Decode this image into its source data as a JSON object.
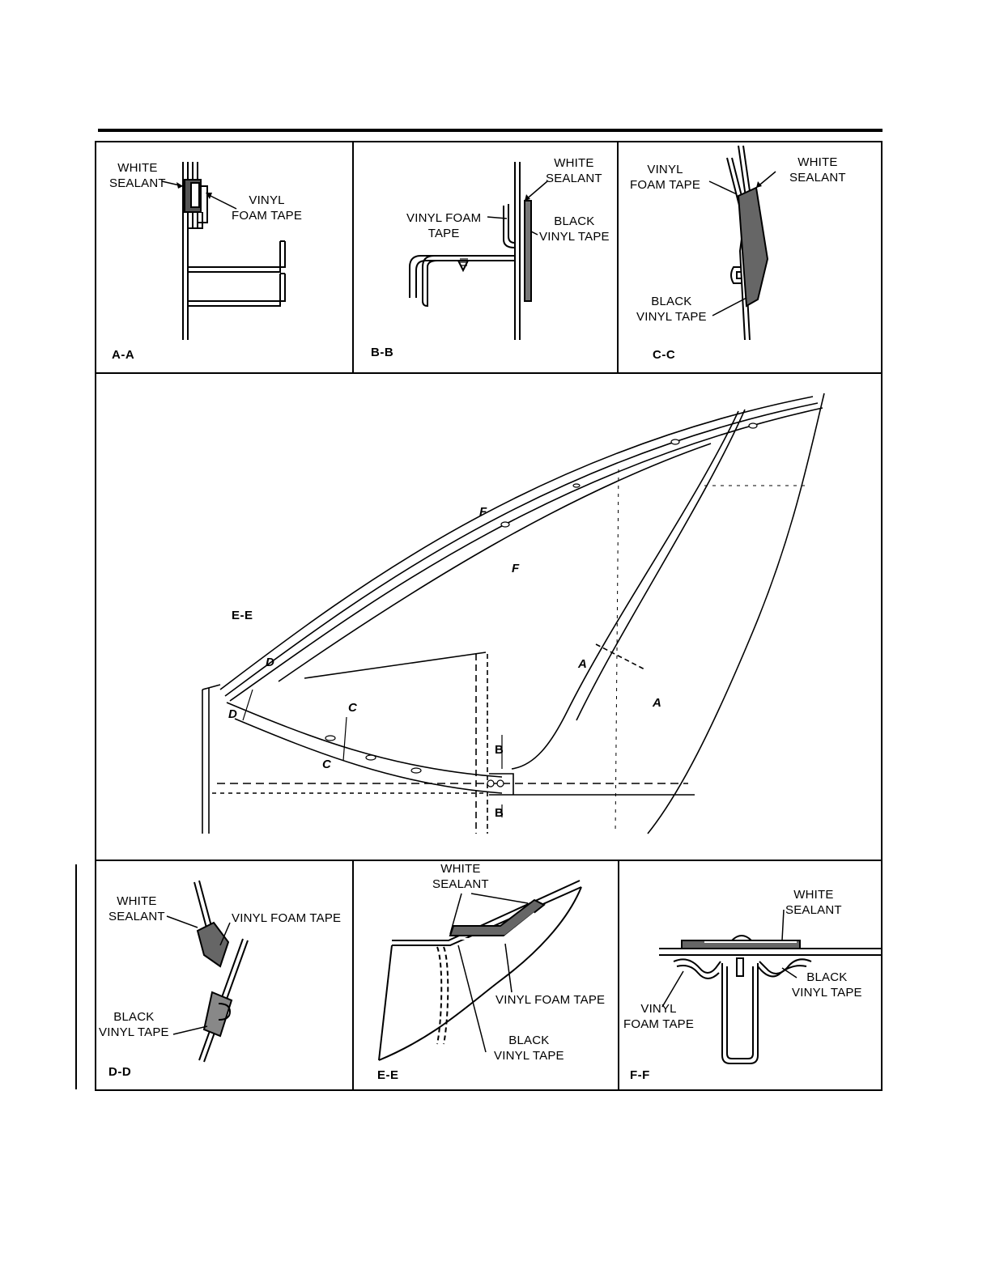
{
  "panels": {
    "aa": {
      "section": "A-A",
      "white_sealant": "WHITE\nSEALANT",
      "vinyl_foam_tape": "VINYL\nFOAM TAPE"
    },
    "bb": {
      "section": "B-B",
      "white_sealant": "WHITE\nSEALANT",
      "vinyl_foam_tape": "VINYL FOAM\nTAPE",
      "black_vinyl_tape": "BLACK\nVINYL TAPE"
    },
    "cc": {
      "section": "C-C",
      "vinyl_foam_tape": "VINYL\nFOAM TAPE",
      "white_sealant": "WHITE\nSEALANT",
      "black_vinyl_tape": "BLACK\nVINYL TAPE"
    },
    "main": {
      "section": "E-E",
      "cut_markers": {
        "f_upper": "F",
        "f_lower": "F",
        "d_upper": "D",
        "d_lower": "D",
        "c_upper": "C",
        "c_lower": "C",
        "a_upper": "A",
        "a_lower": "A",
        "b_upper": "B",
        "b_lower": "B"
      }
    },
    "dd": {
      "section": "D-D",
      "white_sealant": "WHITE\nSEALANT",
      "vinyl_foam_tape": "VINYL FOAM TAPE",
      "black_vinyl_tape": "BLACK\nVINYL TAPE"
    },
    "ee": {
      "section": "E-E",
      "white_sealant": "WHITE\nSEALANT",
      "vinyl_foam_tape": "VINYL FOAM TAPE",
      "black_vinyl_tape": "BLACK\nVINYL TAPE"
    },
    "ff": {
      "section": "F-F",
      "white_sealant": "WHITE\nSEALANT",
      "black_vinyl_tape": "BLACK\nVINYL TAPE",
      "vinyl_foam_tape": "VINYL\nFOAM TAPE"
    }
  }
}
